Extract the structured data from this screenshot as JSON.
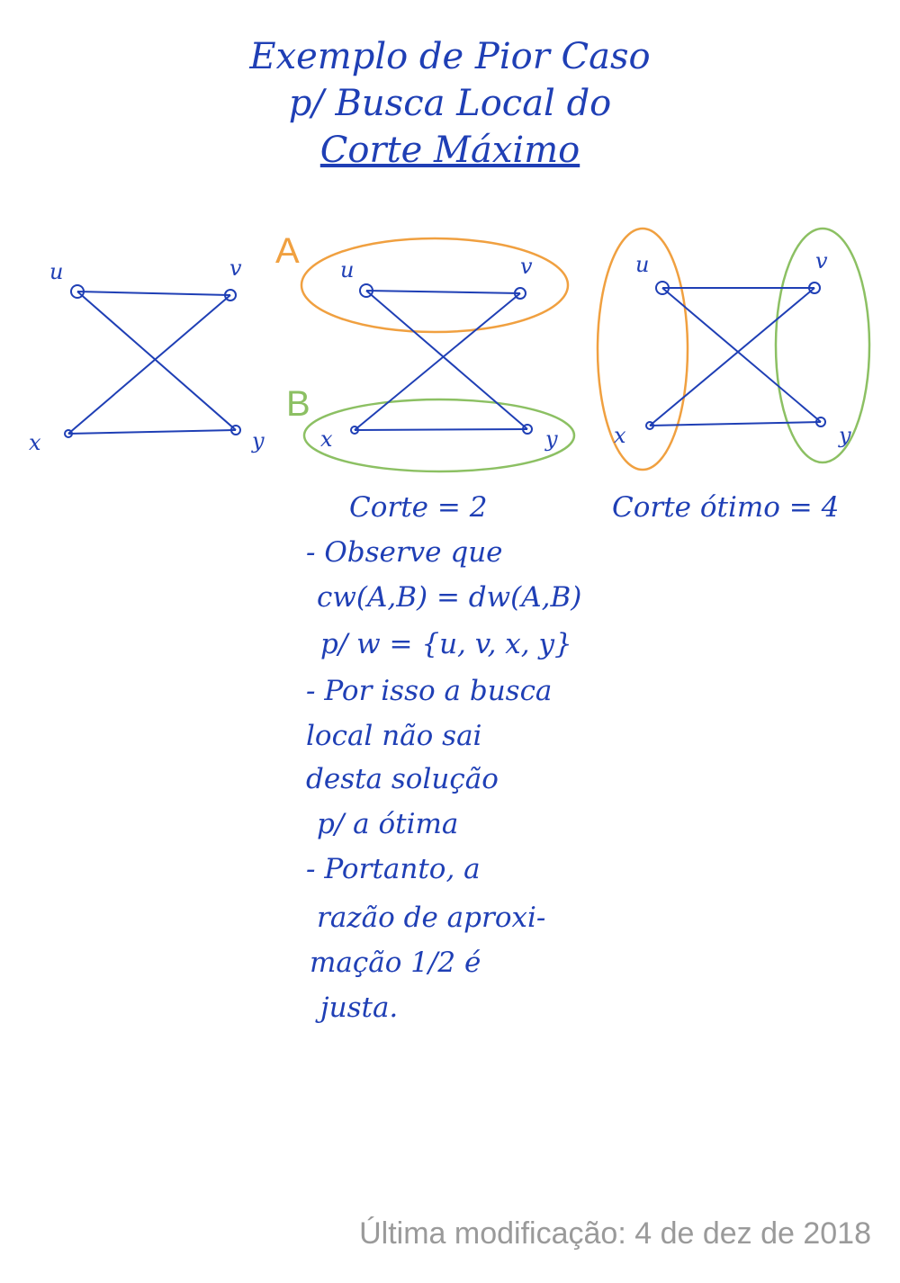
{
  "title": {
    "line1": "Exemplo de Pior Caso",
    "line2": "p/ Busca Local do",
    "line3": "Corte Máximo"
  },
  "graph": {
    "vertices": [
      "u",
      "v",
      "x",
      "y"
    ],
    "set_a": "A",
    "set_b": "B"
  },
  "cuts": {
    "local": "Corte = 2",
    "optimal": "Corte ótimo = 4"
  },
  "notes": [
    "- Observe que",
    "cw(A,B) = dw(A,B)",
    "p/ w = {u, v, x, y}",
    "- Por isso a busca",
    "local não sai",
    "desta solução",
    "p/ a ótima",
    "- Portanto, a",
    "razão de aproxi-",
    "mação 1/2 é",
    "justa."
  ],
  "footer": "Última modificação: 4 de dez de 2018",
  "colors": {
    "ink": "#1f3fb5",
    "set_a": "#f0a040",
    "set_b": "#8cc063",
    "footer": "#9a9a9a"
  }
}
